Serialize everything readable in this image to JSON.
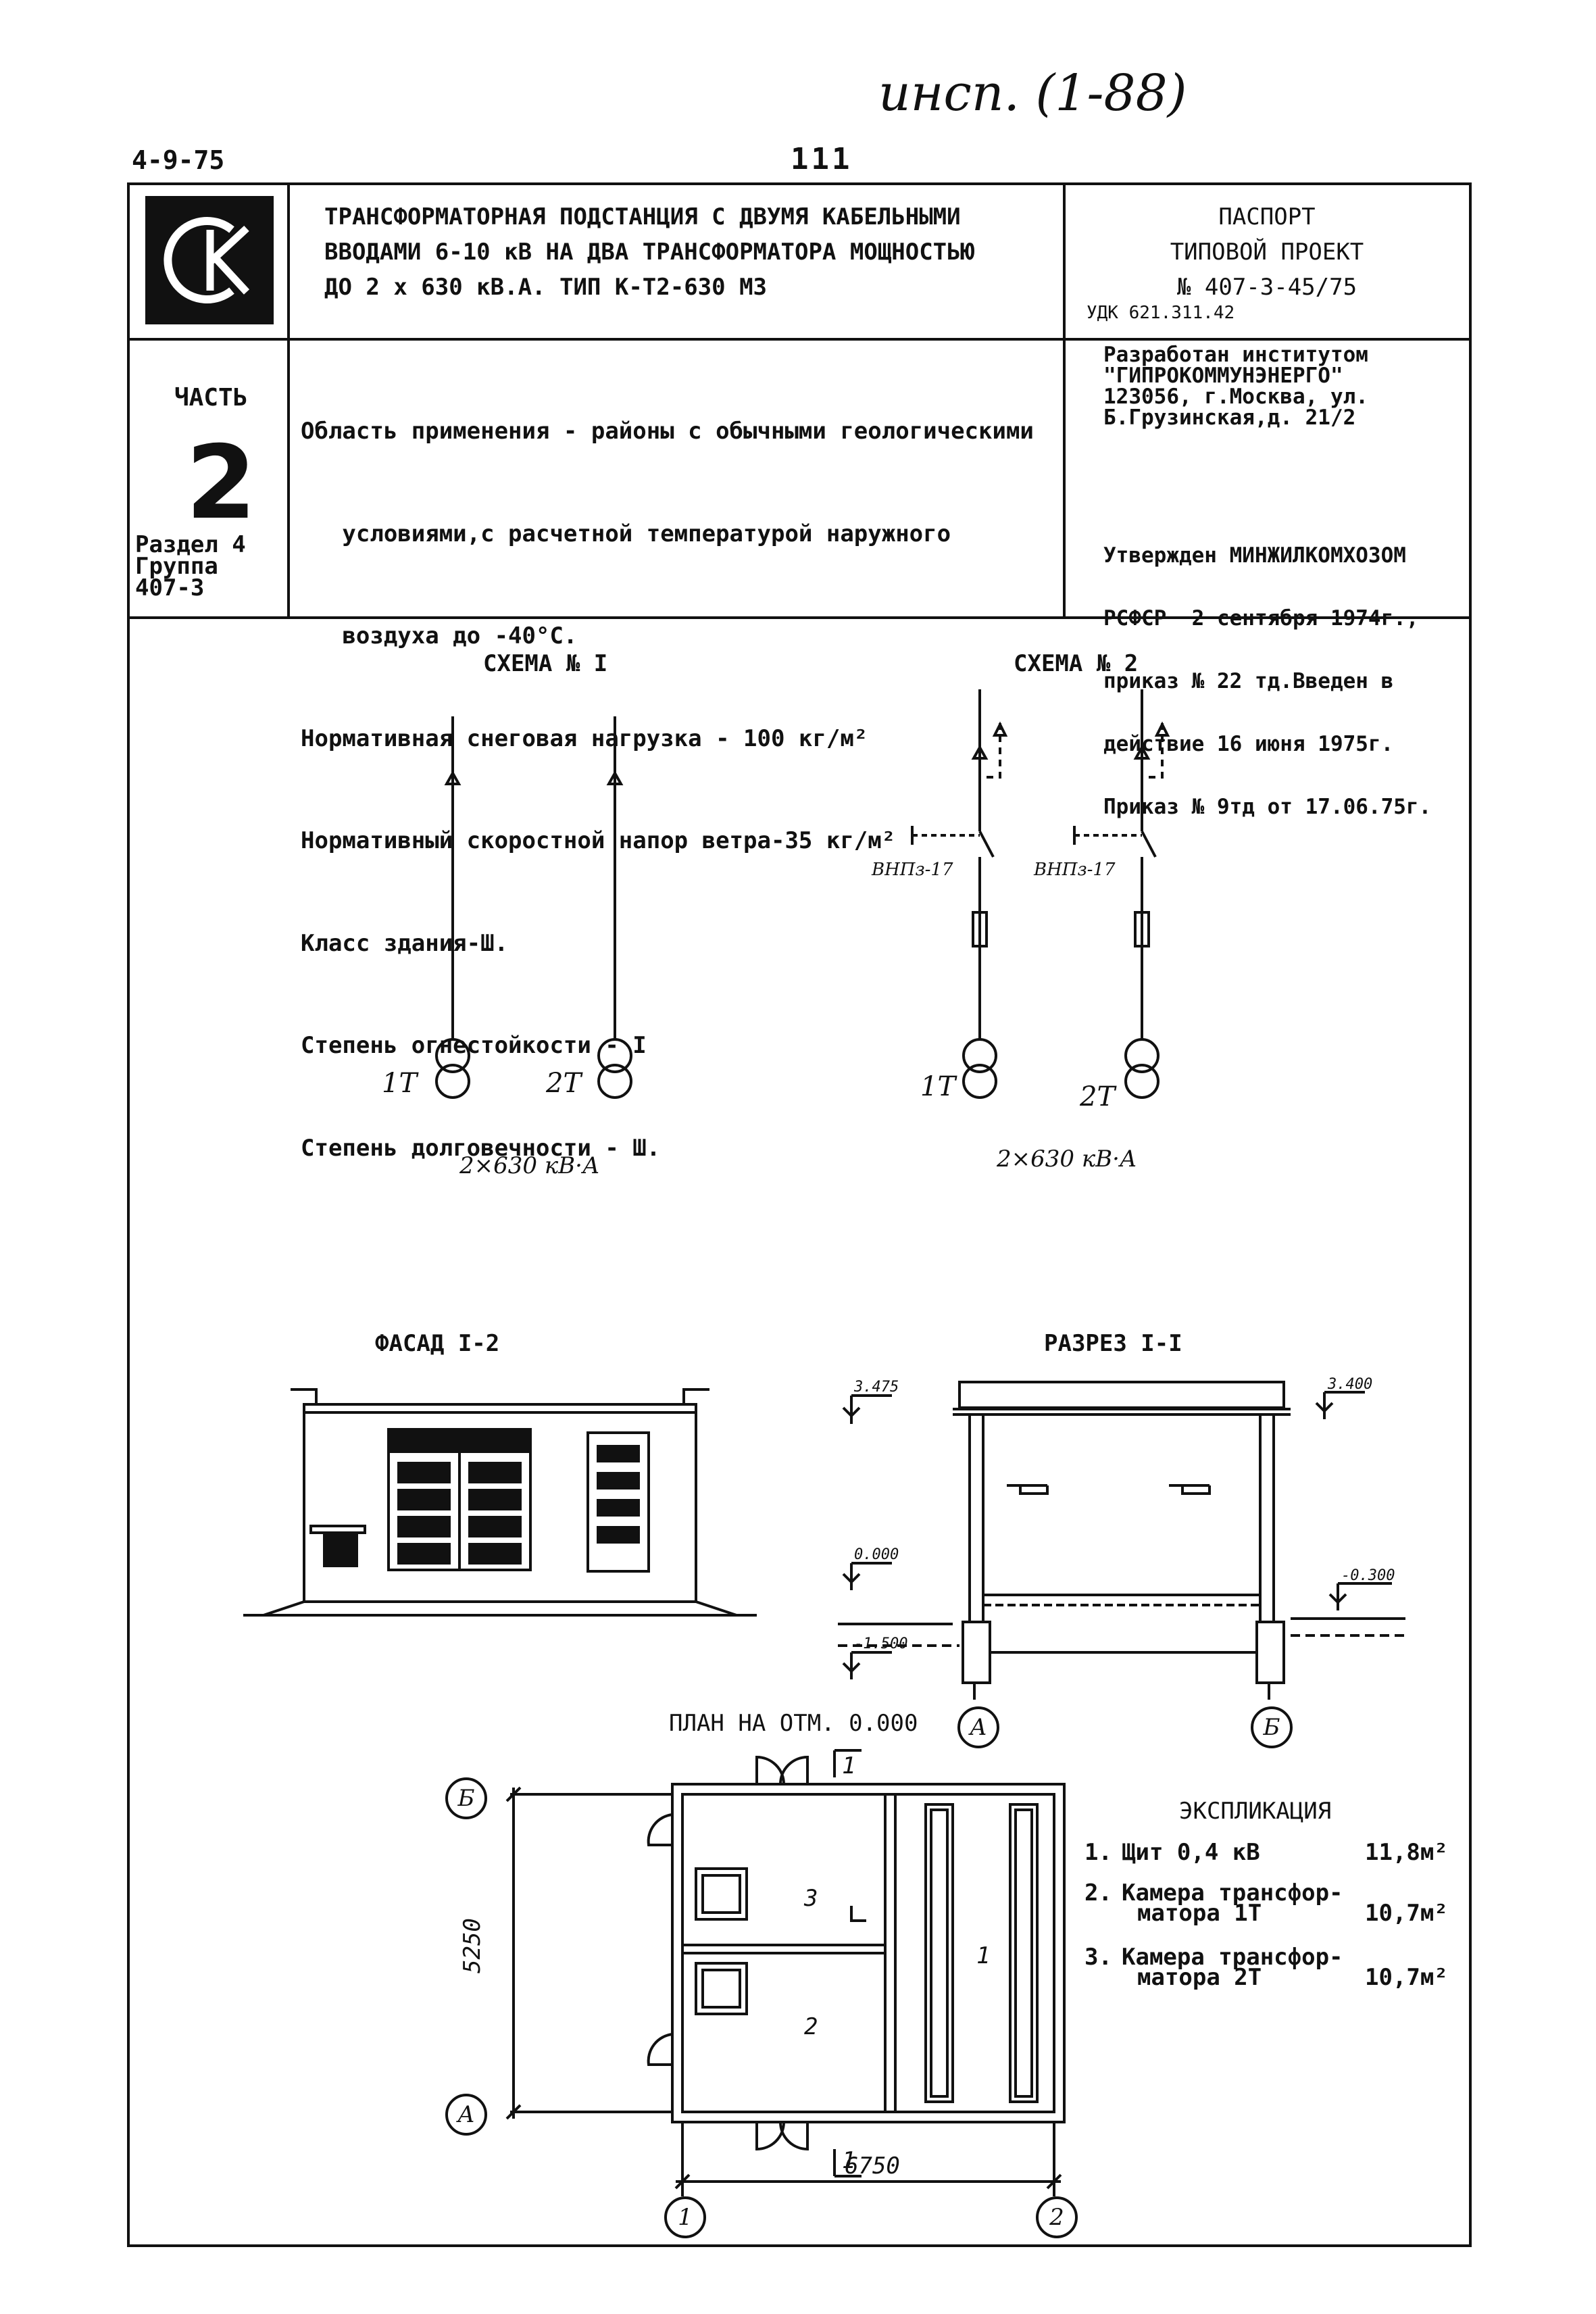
{
  "top": {
    "handwritten_note": "инсп. (1-88)",
    "date_code": "4-9-75",
    "page_number": "111"
  },
  "header": {
    "title_lines": [
      "ТРАНСФОРМАТОРНАЯ ПОДСТАНЦИЯ С ДВУМЯ КАБЕЛЬНЫМИ",
      "ВВОДАМИ 6-10 кВ НА ДВА ТРАНСФОРМАТОРА МОЩНОСТЬЮ",
      "ДО 2 х 630 кВ.А.  ТИП К-Т2-630 МЗ"
    ],
    "passport_lines": [
      "ПАСПОРТ",
      "ТИПОВОЙ ПРОЕКТ",
      "№ 407-3-45/75"
    ],
    "udk": "УДК 621.311.42"
  },
  "left_panel": {
    "part_label": "ЧАСТЬ",
    "part_number": "2",
    "section": "Раздел 4",
    "group_label": "Группа",
    "group_code": "407-3"
  },
  "specs": [
    "Область применения - районы с обычными геологическими",
    "   условиями,с расчетной температурой наружного",
    "   воздуха до -40°С.",
    "Нормативная снеговая нагрузка - 100 кг/м²",
    "Нормативный скоростной напор ветра-35 кг/м²",
    "Класс здания-Ш.",
    "Степень огнестойкости - I",
    "Степень долговечности - Ш."
  ],
  "developer": {
    "lines": [
      "Разработан институтом",
      "\"ГИПРОКОММУНЭНЕРГО\"",
      "123056, г.Москва, ул.",
      "Б.Грузинская,д. 21/2"
    ],
    "approval_lines": [
      "Утвержден МИНЖИЛКОМХОЗОМ",
      "РСФСР  2 сентября 1974г.,",
      "приказ № 22 тд.Введен в",
      "действие 16 июня 1975г.",
      "Приказ № 9тд от 17.06.75г."
    ]
  },
  "schemes": {
    "scheme1_title": "СХЕМА № I",
    "scheme2_title": "СХЕМА № 2",
    "t1": "1Т",
    "t2": "2Т",
    "capacity": "2×630 кВ·А",
    "switch_label": "ВНПз-17"
  },
  "facade": {
    "title": "ФАСАД I-2"
  },
  "section": {
    "title": "РАЗРЕЗ I-I",
    "levels": [
      "3.475",
      "3.400",
      "0.000",
      "-0.300",
      "-1.500"
    ],
    "axes": [
      "А",
      "Б"
    ]
  },
  "plan": {
    "title": "ПЛАН НА ОТМ. 0.000",
    "dim_vertical": "5250",
    "dim_horizontal": "6750",
    "axis_a": "А",
    "axis_b": "Б",
    "axis_1": "1",
    "axis_2": "2",
    "cut_mark": "1",
    "room_labels": [
      "3",
      "2",
      "1"
    ]
  },
  "explication": {
    "title": "ЭКСПЛИКАЦИЯ",
    "items": [
      {
        "n": "1.",
        "name_lines": [
          "Щит 0,4 кВ"
        ],
        "area": "11,8м²"
      },
      {
        "n": "2.",
        "name_lines": [
          "Камера трансфор-",
          "матора 1Т"
        ],
        "area": "10,7м²"
      },
      {
        "n": "3.",
        "name_lines": [
          "Камера трансфор-",
          "матора 2Т"
        ],
        "area": "10,7м²"
      }
    ]
  }
}
